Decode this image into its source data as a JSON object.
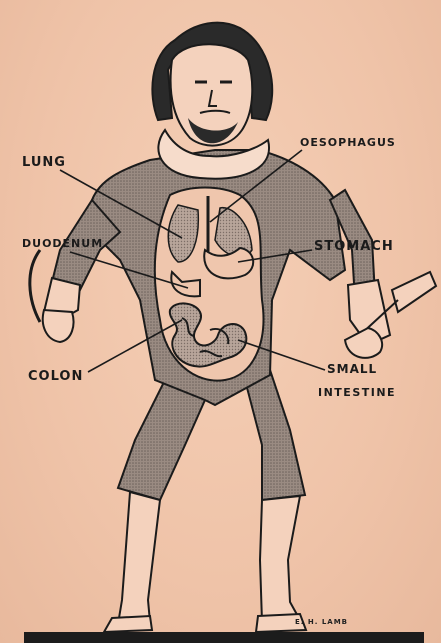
{
  "labels": {
    "lung": "LUNG",
    "oesophagus": "OESOPHAGUS",
    "duodenum": "DUODENUM",
    "stomach": "STOMACH",
    "colon": "COLON",
    "small_intestine_line1": "SMALL",
    "small_intestine_line2": "INTESTINE"
  },
  "signature": "E. H. LAMB",
  "colors": {
    "paper": "#f0c7ae",
    "ink": "#1b1b1b",
    "garment": "#8f7f76"
  }
}
